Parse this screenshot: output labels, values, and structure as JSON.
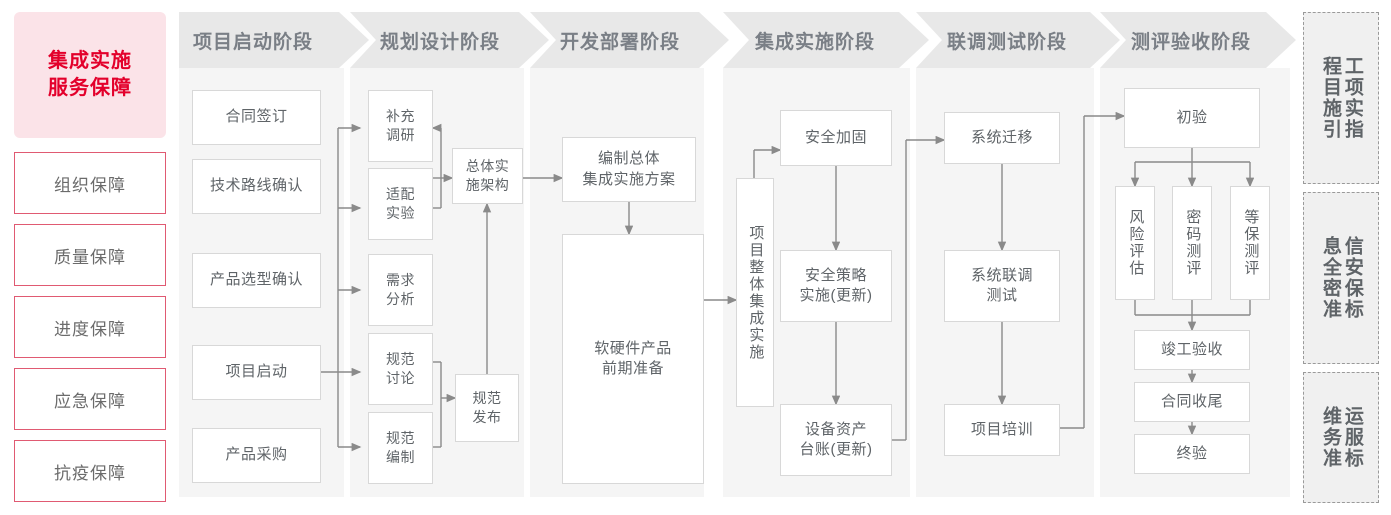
{
  "colors": {
    "accent_red": "#e3002b",
    "card_pink": "#fbe3e8",
    "card_red_border": "#e05a72",
    "panel_bg": "#f5f5f5",
    "header_bg": "#e8e8e8",
    "node_border": "#d8d8d8",
    "text_gray": "#5f6468",
    "header_text": "#7a7f86",
    "wire": "#8a8a8a"
  },
  "left_column": {
    "title": "集成实施\n服务保障",
    "title_line1": "集成实施",
    "title_line2": "服务保障",
    "items": [
      {
        "label": "组织保障"
      },
      {
        "label": "质量保障"
      },
      {
        "label": "进度保障"
      },
      {
        "label": "应急保障"
      },
      {
        "label": "抗疫保障"
      }
    ]
  },
  "stages": [
    {
      "id": "stage-1",
      "header": "项目启动阶段",
      "nodes": [
        {
          "id": "n-hetong-qianding",
          "label": "合同签订"
        },
        {
          "id": "n-jishu-luxian",
          "label": "技术路线确认"
        },
        {
          "id": "n-chanpin-xuanxing",
          "label": "产品选型确认"
        },
        {
          "id": "n-xiangmu-qidong",
          "label": "项目启动"
        },
        {
          "id": "n-chanpin-caigou",
          "label": "产品采购"
        }
      ]
    },
    {
      "id": "stage-2",
      "header": "规划设计阶段",
      "nodes": [
        {
          "id": "n-buchong-diaoyan",
          "label": "补充\n调研"
        },
        {
          "id": "n-shipei-shiyan",
          "label": "适配\n实验"
        },
        {
          "id": "n-xuqiu-fenxi",
          "label": "需求\n分析"
        },
        {
          "id": "n-guifan-taolun",
          "label": "规范\n讨论"
        },
        {
          "id": "n-guifan-bianzhi",
          "label": "规范\n编制"
        },
        {
          "id": "n-zongti-shishi",
          "label": "总体实\n施架构"
        },
        {
          "id": "n-guifan-fabu",
          "label": "规范\n发布"
        }
      ]
    },
    {
      "id": "stage-3",
      "header": "开发部署阶段",
      "nodes": [
        {
          "id": "n-bianzhi-zongti",
          "label": "编制总体\n集成实施方案"
        },
        {
          "id": "n-ruanyingjian",
          "label": "软硬件产品\n前期准备"
        }
      ]
    },
    {
      "id": "stage-4",
      "header": "集成实施阶段",
      "nodes": [
        {
          "id": "n-xiangmu-zhengti",
          "label": "项目整体集成实施"
        },
        {
          "id": "n-anquan-jiagu",
          "label": "安全加固"
        },
        {
          "id": "n-anquan-celue",
          "label": "安全策略\n实施(更新)"
        },
        {
          "id": "n-shebei-zichan",
          "label": "设备资产\n台账(更新)"
        }
      ]
    },
    {
      "id": "stage-5",
      "header": "联调测试阶段",
      "nodes": [
        {
          "id": "n-xitong-qianyi",
          "label": "系统迁移"
        },
        {
          "id": "n-xitong-liantiao",
          "label": "系统联调\n测试"
        },
        {
          "id": "n-xiangmu-peixun",
          "label": "项目培训"
        }
      ]
    },
    {
      "id": "stage-6",
      "header": "测评验收阶段",
      "nodes": [
        {
          "id": "n-chuyan",
          "label": "初验"
        },
        {
          "id": "n-fengxian-pinggu",
          "label": "风险评估"
        },
        {
          "id": "n-mima-ceping",
          "label": "密码测评"
        },
        {
          "id": "n-dengbao-ceping",
          "label": "等保测评"
        },
        {
          "id": "n-jungong-yanshou",
          "label": "竣工验收"
        },
        {
          "id": "n-hetong-shouwei",
          "label": "合同收尾"
        },
        {
          "id": "n-zhongyan",
          "label": "终验"
        }
      ]
    }
  ],
  "standards": [
    {
      "id": "std-1",
      "label": "工程项目实施指引",
      "col_a": "工项实指",
      "col_b": "程目施引"
    },
    {
      "id": "std-2",
      "label": "信息安全保密标准",
      "col_a": "信安保标",
      "col_b": "息全密准"
    },
    {
      "id": "std-3",
      "label": "运维服务标准",
      "col_a": "运服标",
      "col_b": "维务准"
    }
  ]
}
